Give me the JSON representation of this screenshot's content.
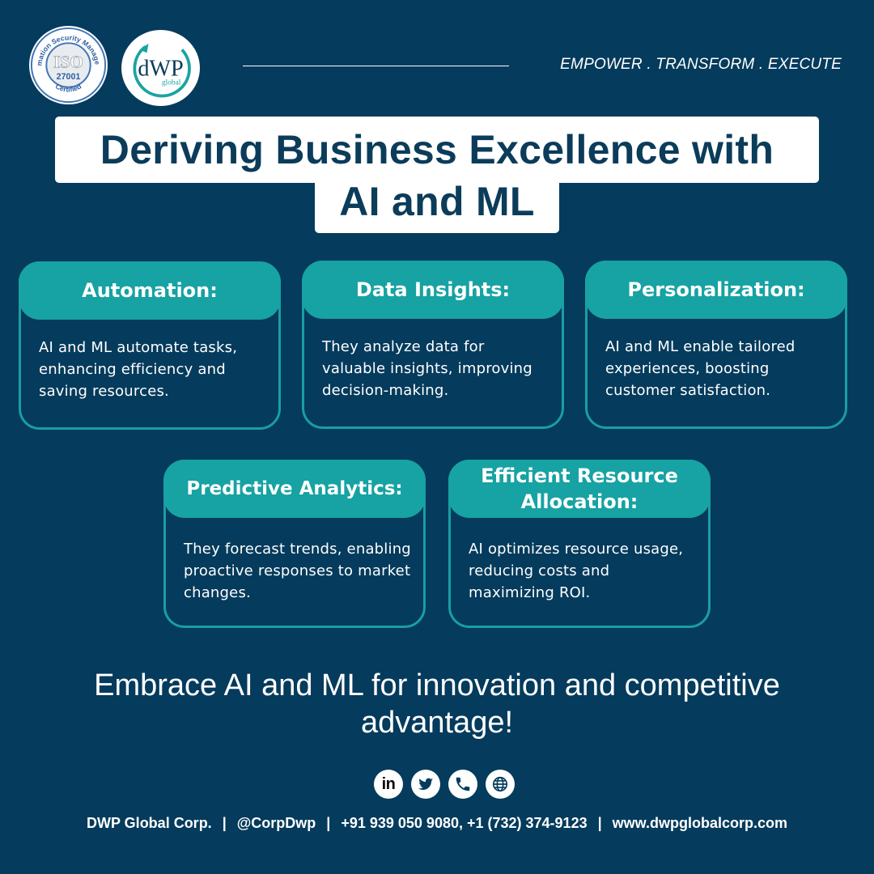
{
  "header": {
    "iso_badge": {
      "ring_text_top": "Information Security Management",
      "center_text": "ISO",
      "number": "27001",
      "ring_text_bottom": "Certified"
    },
    "brand_logo": {
      "main": "dWP",
      "sub": "global"
    },
    "tagline": "EMPOWER . TRANSFORM . EXECUTE"
  },
  "title": {
    "line1": "Deriving Business Excellence with",
    "line2": "AI and ML"
  },
  "cards": [
    {
      "title": "Automation:",
      "body": "AI and ML automate tasks, enhancing efficiency and saving resources."
    },
    {
      "title": "Data Insights:",
      "body": "They analyze data for valuable insights, improving decision-making."
    },
    {
      "title": "Personalization:",
      "body": "AI and ML enable tailored experiences, boosting customer satisfaction."
    },
    {
      "title": "Predictive Analytics:",
      "body": "They forecast trends, enabling proactive responses to market changes."
    },
    {
      "title": "Efficient Resource Allocation:",
      "body": "AI optimizes resource usage, reducing costs and maximizing ROI."
    }
  ],
  "closing": "Embrace AI and ML for innovation and competitive advantage!",
  "socials": [
    {
      "icon": "linkedin-icon",
      "glyph": "in"
    },
    {
      "icon": "twitter-icon"
    },
    {
      "icon": "phone-icon"
    },
    {
      "icon": "globe-icon"
    }
  ],
  "footer": {
    "company": "DWP Global Corp.",
    "handle": "@CorpDwp",
    "phones": "+91 939 050 9080, +1 (732) 374-9123",
    "website": "www.dwpglobalcorp.com",
    "separator": "|"
  },
  "colors": {
    "background": "#053b5c",
    "accent_teal": "#17a2a3",
    "title_text": "#0b3c5a",
    "white": "#ffffff"
  }
}
